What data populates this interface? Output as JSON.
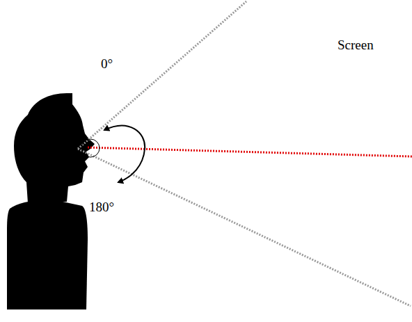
{
  "diagram": {
    "labels": [
      "Screen",
      "0°",
      "180°"
    ]
  }
}
